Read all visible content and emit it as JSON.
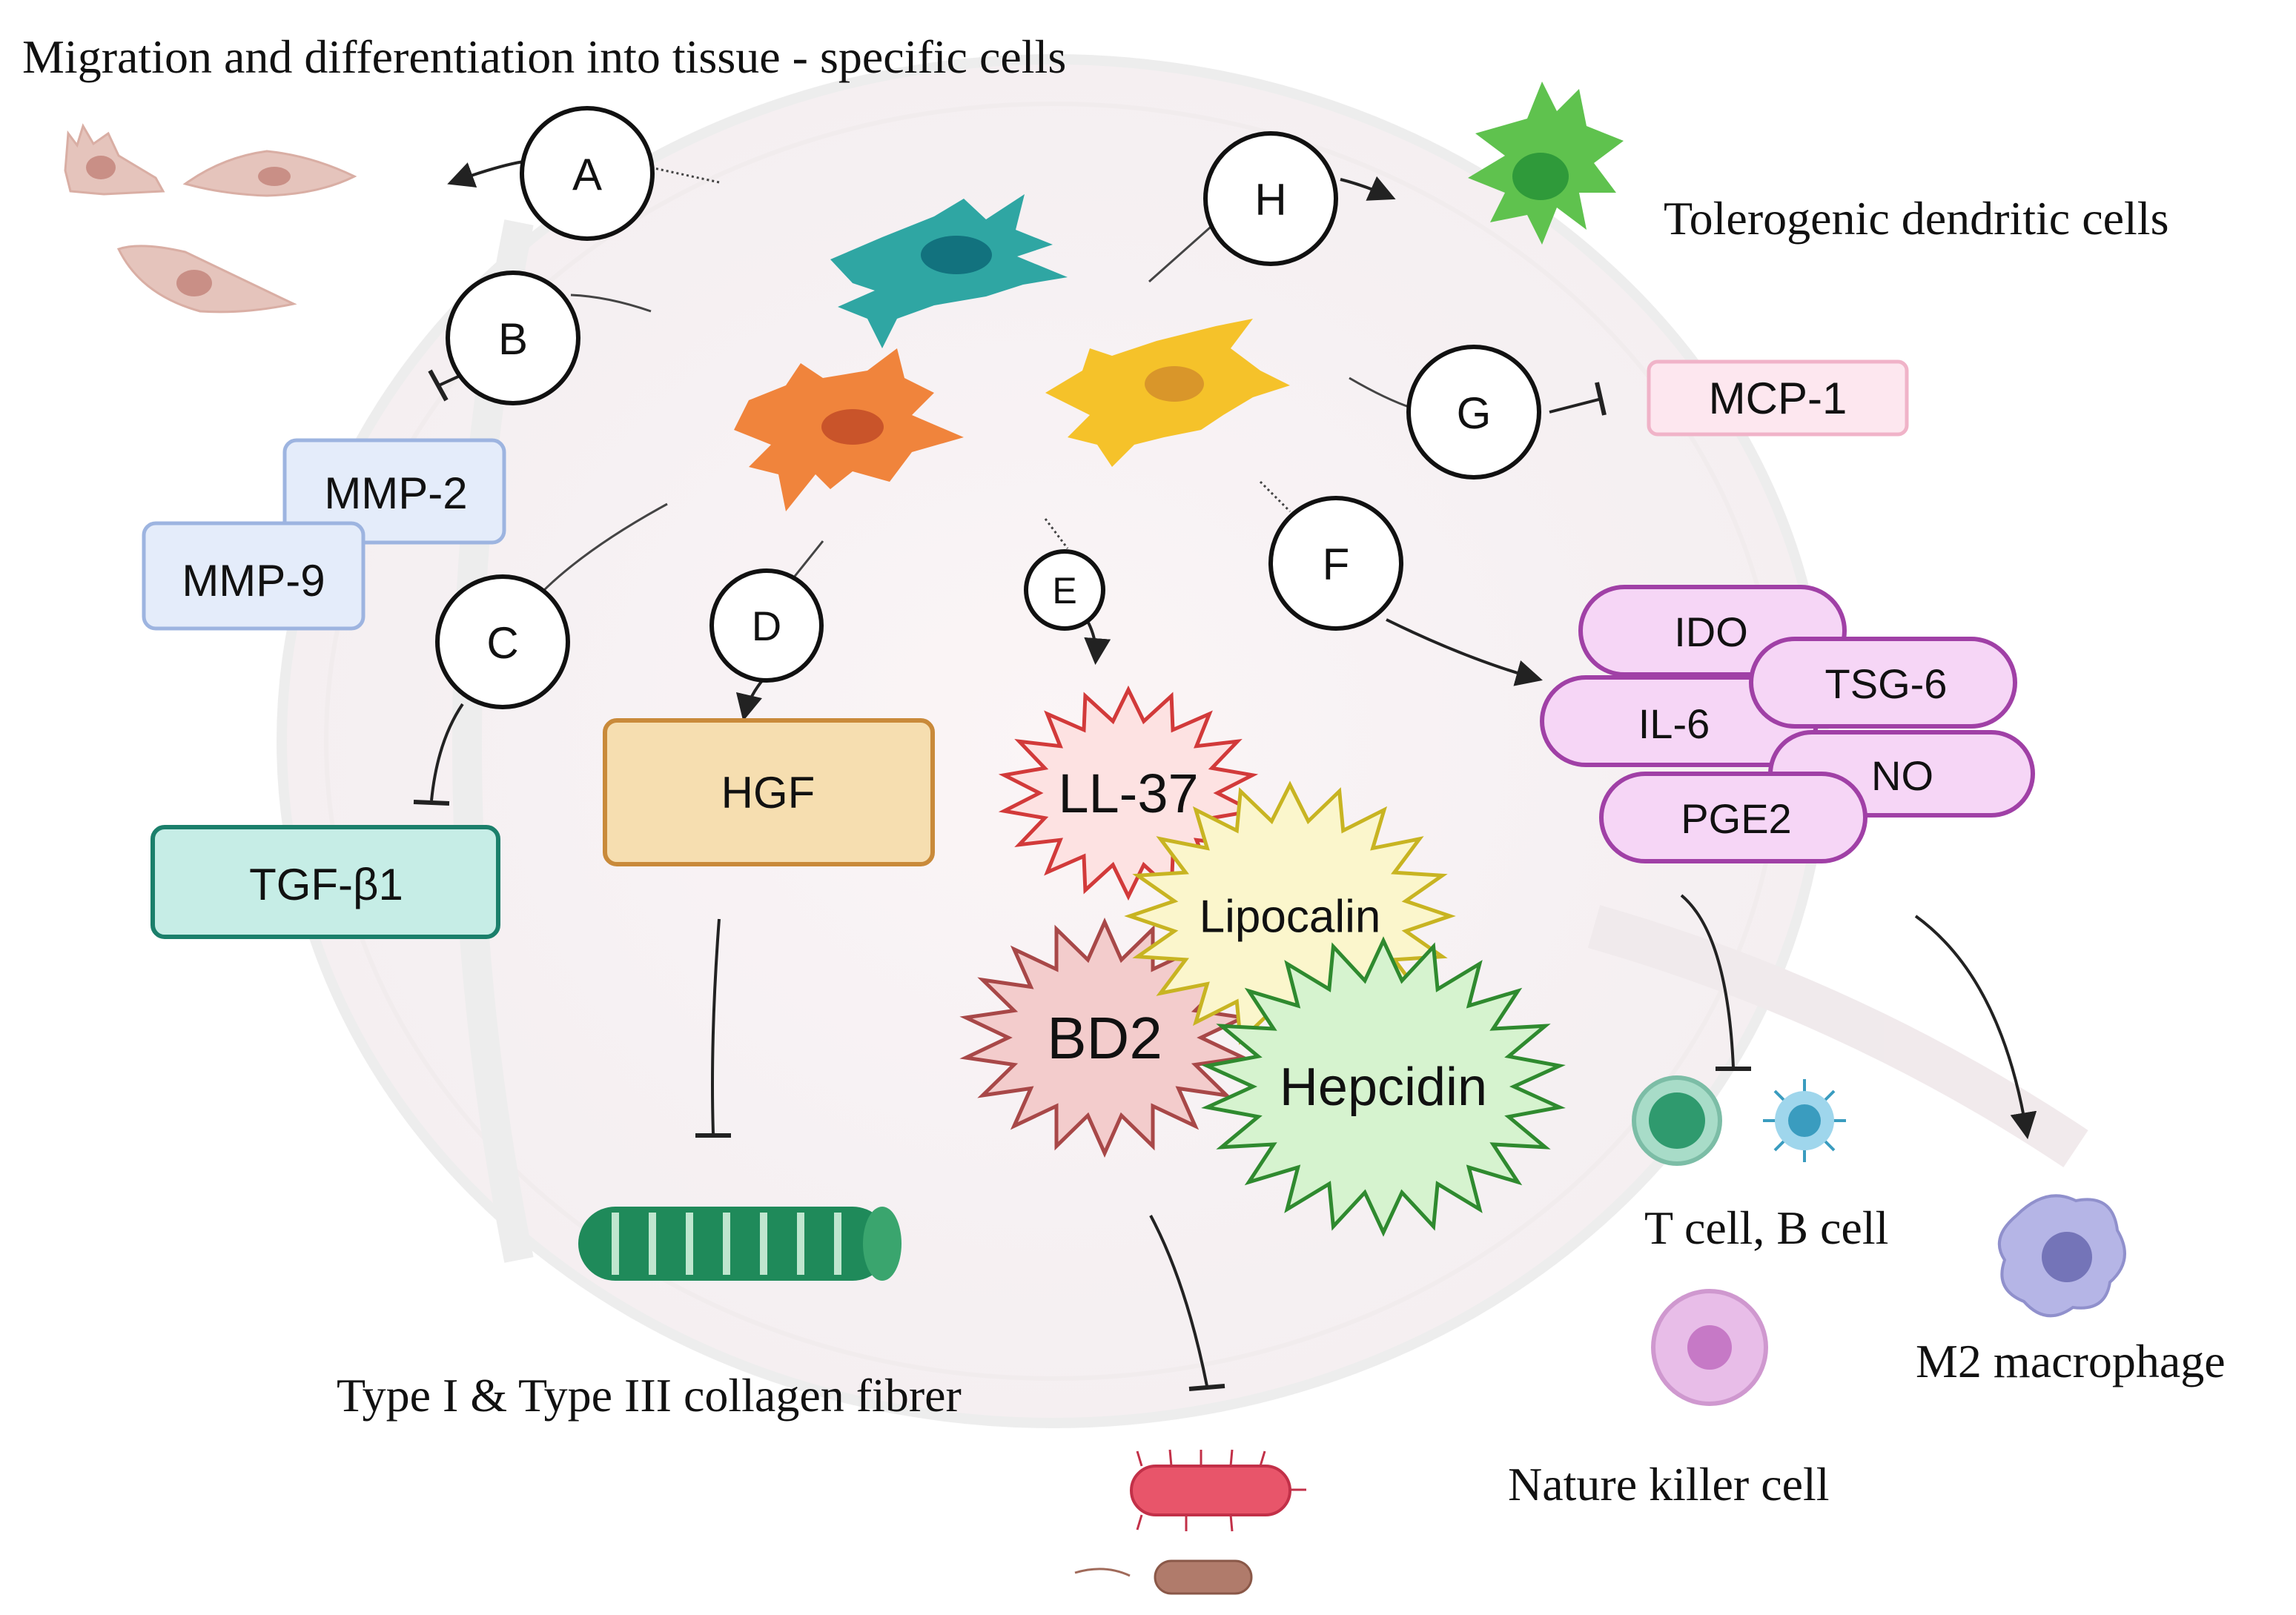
{
  "title": "Migration and differentiation into tissue -  specific cells",
  "labels": {
    "tolerogenic": "Tolerogenic dendritic cells",
    "collagen": "Type I & Type III collagen fibrer",
    "tb_cell": "T cell, B cell",
    "m2": "M2 macrophage",
    "nk": "Nature killer cell"
  },
  "nodes": {
    "A": "A",
    "B": "B",
    "C": "C",
    "D": "D",
    "E": "E",
    "F": "F",
    "G": "G",
    "H": "H"
  },
  "boxes": {
    "mmp2": "MMP-2",
    "mmp9": "MMP-9",
    "tgf": "TGF-β1",
    "hgf": "HGF",
    "mcp1": "MCP-1"
  },
  "pills": {
    "ido": "IDO",
    "tsg6": "TSG-6",
    "il6": "IL-6",
    "no": "NO",
    "pge2": "PGE2"
  },
  "peptides": {
    "ll37": "LL-37",
    "lipocalin": "Lipocalin",
    "bd2": "BD2",
    "hepcidin": "Hepcidin"
  },
  "colors": {
    "teal_cell": "#2fa6a3",
    "orange_cell": "#f0843c",
    "yellow_cell": "#f5c22a",
    "dendritic": "#5fc24e",
    "mmp_fill": "#e4ecfa",
    "mmp_stroke": "#9db4e0",
    "tgf_fill": "#c6ede6",
    "tgf_stroke": "#1b7f6b",
    "hgf_fill": "#f6deb0",
    "hgf_stroke": "#c98a3a",
    "pill_fill": "#f6d6f6",
    "pill_stroke": "#a040a6",
    "mcp_fill": "#fde7ef",
    "mcp_stroke": "#f0b3c8"
  }
}
